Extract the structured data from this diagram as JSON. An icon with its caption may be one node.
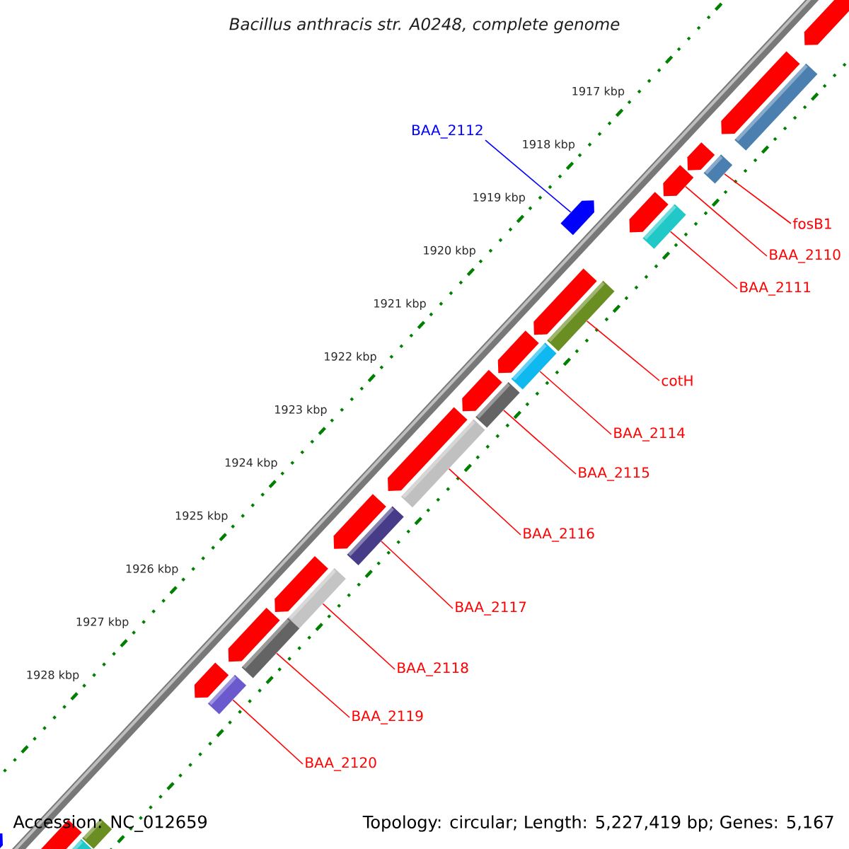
{
  "diagram": {
    "title": "*Bacillus anthracis* str. A0248, complete genome",
    "nodes": [
      {
        "text": [
          "BAA_2112"
        ]
      },
      {
        "text": [
          "fosB1"
        ]
      },
      {
        "text": [
          "BAA_2110"
        ]
      },
      {
        "text": [
          "BAA_2111"
        ]
      },
      {
        "text": [
          "cotH"
        ]
      },
      {
        "text": [
          "BAA_2114"
        ]
      },
      {
        "text": [
          "BAA_2115"
        ]
      },
      {
        "text": [
          "BAA_2116"
        ]
      },
      {
        "text": [
          "BAA_2117"
        ]
      },
      {
        "text": [
          "BAA_2118"
        ]
      },
      {
        "text": [
          "BAA_2119"
        ]
      },
      {
        "text": [
          "BAA_2120"
        ]
      },
      {
        "text": [],
        "shape": "pentagon"
      },
      {
        "text": [],
        "shape": "bar"
      },
      {
        "text": [],
        "shape": "pentagon"
      },
      {
        "text": [],
        "shape": "bar"
      },
      {
        "text": [],
        "shape": "bar"
      },
      {
        "text": [],
        "shape": "bar"
      },
      {
        "text": [],
        "shape": "bar"
      },
      {
        "text": [],
        "shape": "bar"
      },
      {
        "text": [],
        "shape": "bar"
      },
      {
        "text": [],
        "shape": "bar"
      },
      {
        "text": [],
        "shape": "bar"
      },
      {
        "text": [],
        "shape": "bar"
      },
      {
        "text": [],
        "shape": "pentagon"
      },
      {
        "text": [],
        "shape": "pentagon"
      },
      {
        "text": [],
        "shape": "bar"
      },
      {
        "text": [],
        "shape": "pentagon"
      },
      {
        "text": [],
        "shape": "pentagon"
      },
      {
        "text": [],
        "shape": "pentagon"
      },
      {
        "text": [],
        "shape": "pentagon"
      },
      {
        "text": [],
        "shape": "pentagon"
      },
      {
        "text": [],
        "shape": "pentagon"
      },
      {
        "text": [],
        "shape": "pentagon"
      },
      {
        "text": [],
        "shape": "pentagon"
      },
      {
        "text": [],
        "shape": "pentagon"
      },
      {
        "text": [],
        "shape": "pentagon"
      },
      {
        "text": [],
        "shape": "pentagon"
      },
      {
        "text": [],
        "shape": "bar"
      },
      {
        "text": [],
        "shape": "bar"
      },
      {
        "text": [],
        "shape": "pentagon"
      }
    ],
    "edges": [
      {
        "from": 0,
        "to": 12,
        "arrow": "none",
        "color": "#0000ff"
      },
      {
        "from": 1,
        "to": 13,
        "arrow": "none"
      },
      {
        "from": 2,
        "to": 14,
        "arrow": "none"
      },
      {
        "from": 3,
        "to": 15,
        "arrow": "none"
      },
      {
        "from": 4,
        "to": 16,
        "arrow": "none"
      },
      {
        "from": 5,
        "to": 17,
        "arrow": "none"
      },
      {
        "from": 6,
        "to": 18,
        "arrow": "none"
      },
      {
        "from": 7,
        "to": 19,
        "arrow": "none"
      },
      {
        "from": 8,
        "to": 20,
        "arrow": "none"
      },
      {
        "from": 9,
        "to": 21,
        "arrow": "none"
      },
      {
        "from": 10,
        "to": 22,
        "arrow": "none"
      },
      {
        "from": 11,
        "to": 23,
        "arrow": "none"
      }
    ],
    "labels": [
      "1917 kbp",
      "1918 kbp",
      "1919 kbp",
      "1920 kbp",
      "1921 kbp",
      "1922 kbp",
      "1923 kbp",
      "1924 kbp",
      "1925 kbp",
      "1926 kbp",
      "1927 kbp",
      "1928 kbp",
      "Accession: NC_012659",
      "Topology: circular; Length: 5,227,419 bp; Genes: 5,167"
    ]
  }
}
